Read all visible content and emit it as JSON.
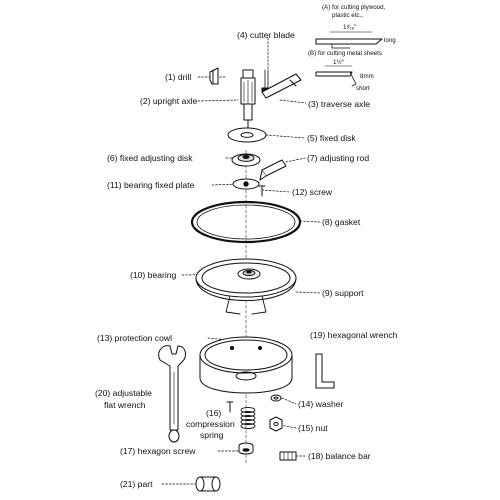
{
  "parts": {
    "cutter_blade": "(4) cutter blade",
    "drill": "(1) drill",
    "upright_axle": "(2) upright axle",
    "traverse_axle": "(3) traverse axle",
    "fixed_disk": "(5) fixed disk",
    "fixed_adjusting_disk": "(6) fixed adjusting disk",
    "adjusting_rod": "(7) adjusting rod",
    "bearing_fixed_plate": "(11) bearing fixed plate",
    "screw": "(12) screw",
    "gasket": "(8) gasket",
    "bearing": "(10) bearing",
    "support": "(9) support",
    "protection_cowl": "(13) protection cowl",
    "hexagonal_wrench": "(19) hexagonal wrench",
    "adjustable_wrench_line1": "(20) adjustable",
    "adjustable_wrench_line2": "flat wrench",
    "compression_spring_line1": "(16)",
    "compression_spring_line2": "compression",
    "compression_spring_line3": "spring",
    "washer": "(14) washer",
    "nut": "(15) nut",
    "hexagon_screw": "(17) hexagon screw",
    "balance_bar": "(18) balance bar",
    "part": "(21) part"
  },
  "notes": {
    "a_line1": "(A) for cutting plywood,",
    "a_line2": "plastic etc.,",
    "a_dim": "1³⁄₁₆\"",
    "a_long": "long",
    "b_line1": "(B) for cutting metal sheets",
    "b_dim": "1½\"",
    "b_8mm": "8mm",
    "b_short": "short"
  }
}
